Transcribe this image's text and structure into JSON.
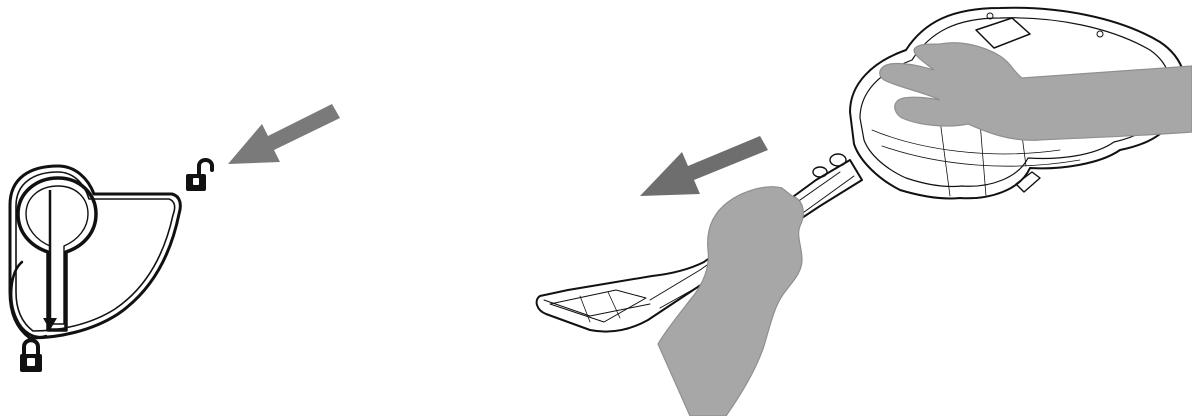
{
  "diagram": {
    "panels": [
      {
        "name": "latch-lock-detail",
        "icons": [
          "unlocked-padlock-icon",
          "locked-padlock-icon",
          "slide-direction-arrow-icon"
        ]
      },
      {
        "name": "guitar-neck-detach",
        "icons": [
          "slide-direction-arrow-icon",
          "guitar-body",
          "guitar-neck",
          "hand-holding-body",
          "hand-gripping-neck"
        ]
      }
    ],
    "colors": {
      "line": "#111111",
      "arrow": "#7a7a7a",
      "hand": "#a7a7a7",
      "background": "#ffffff"
    }
  }
}
